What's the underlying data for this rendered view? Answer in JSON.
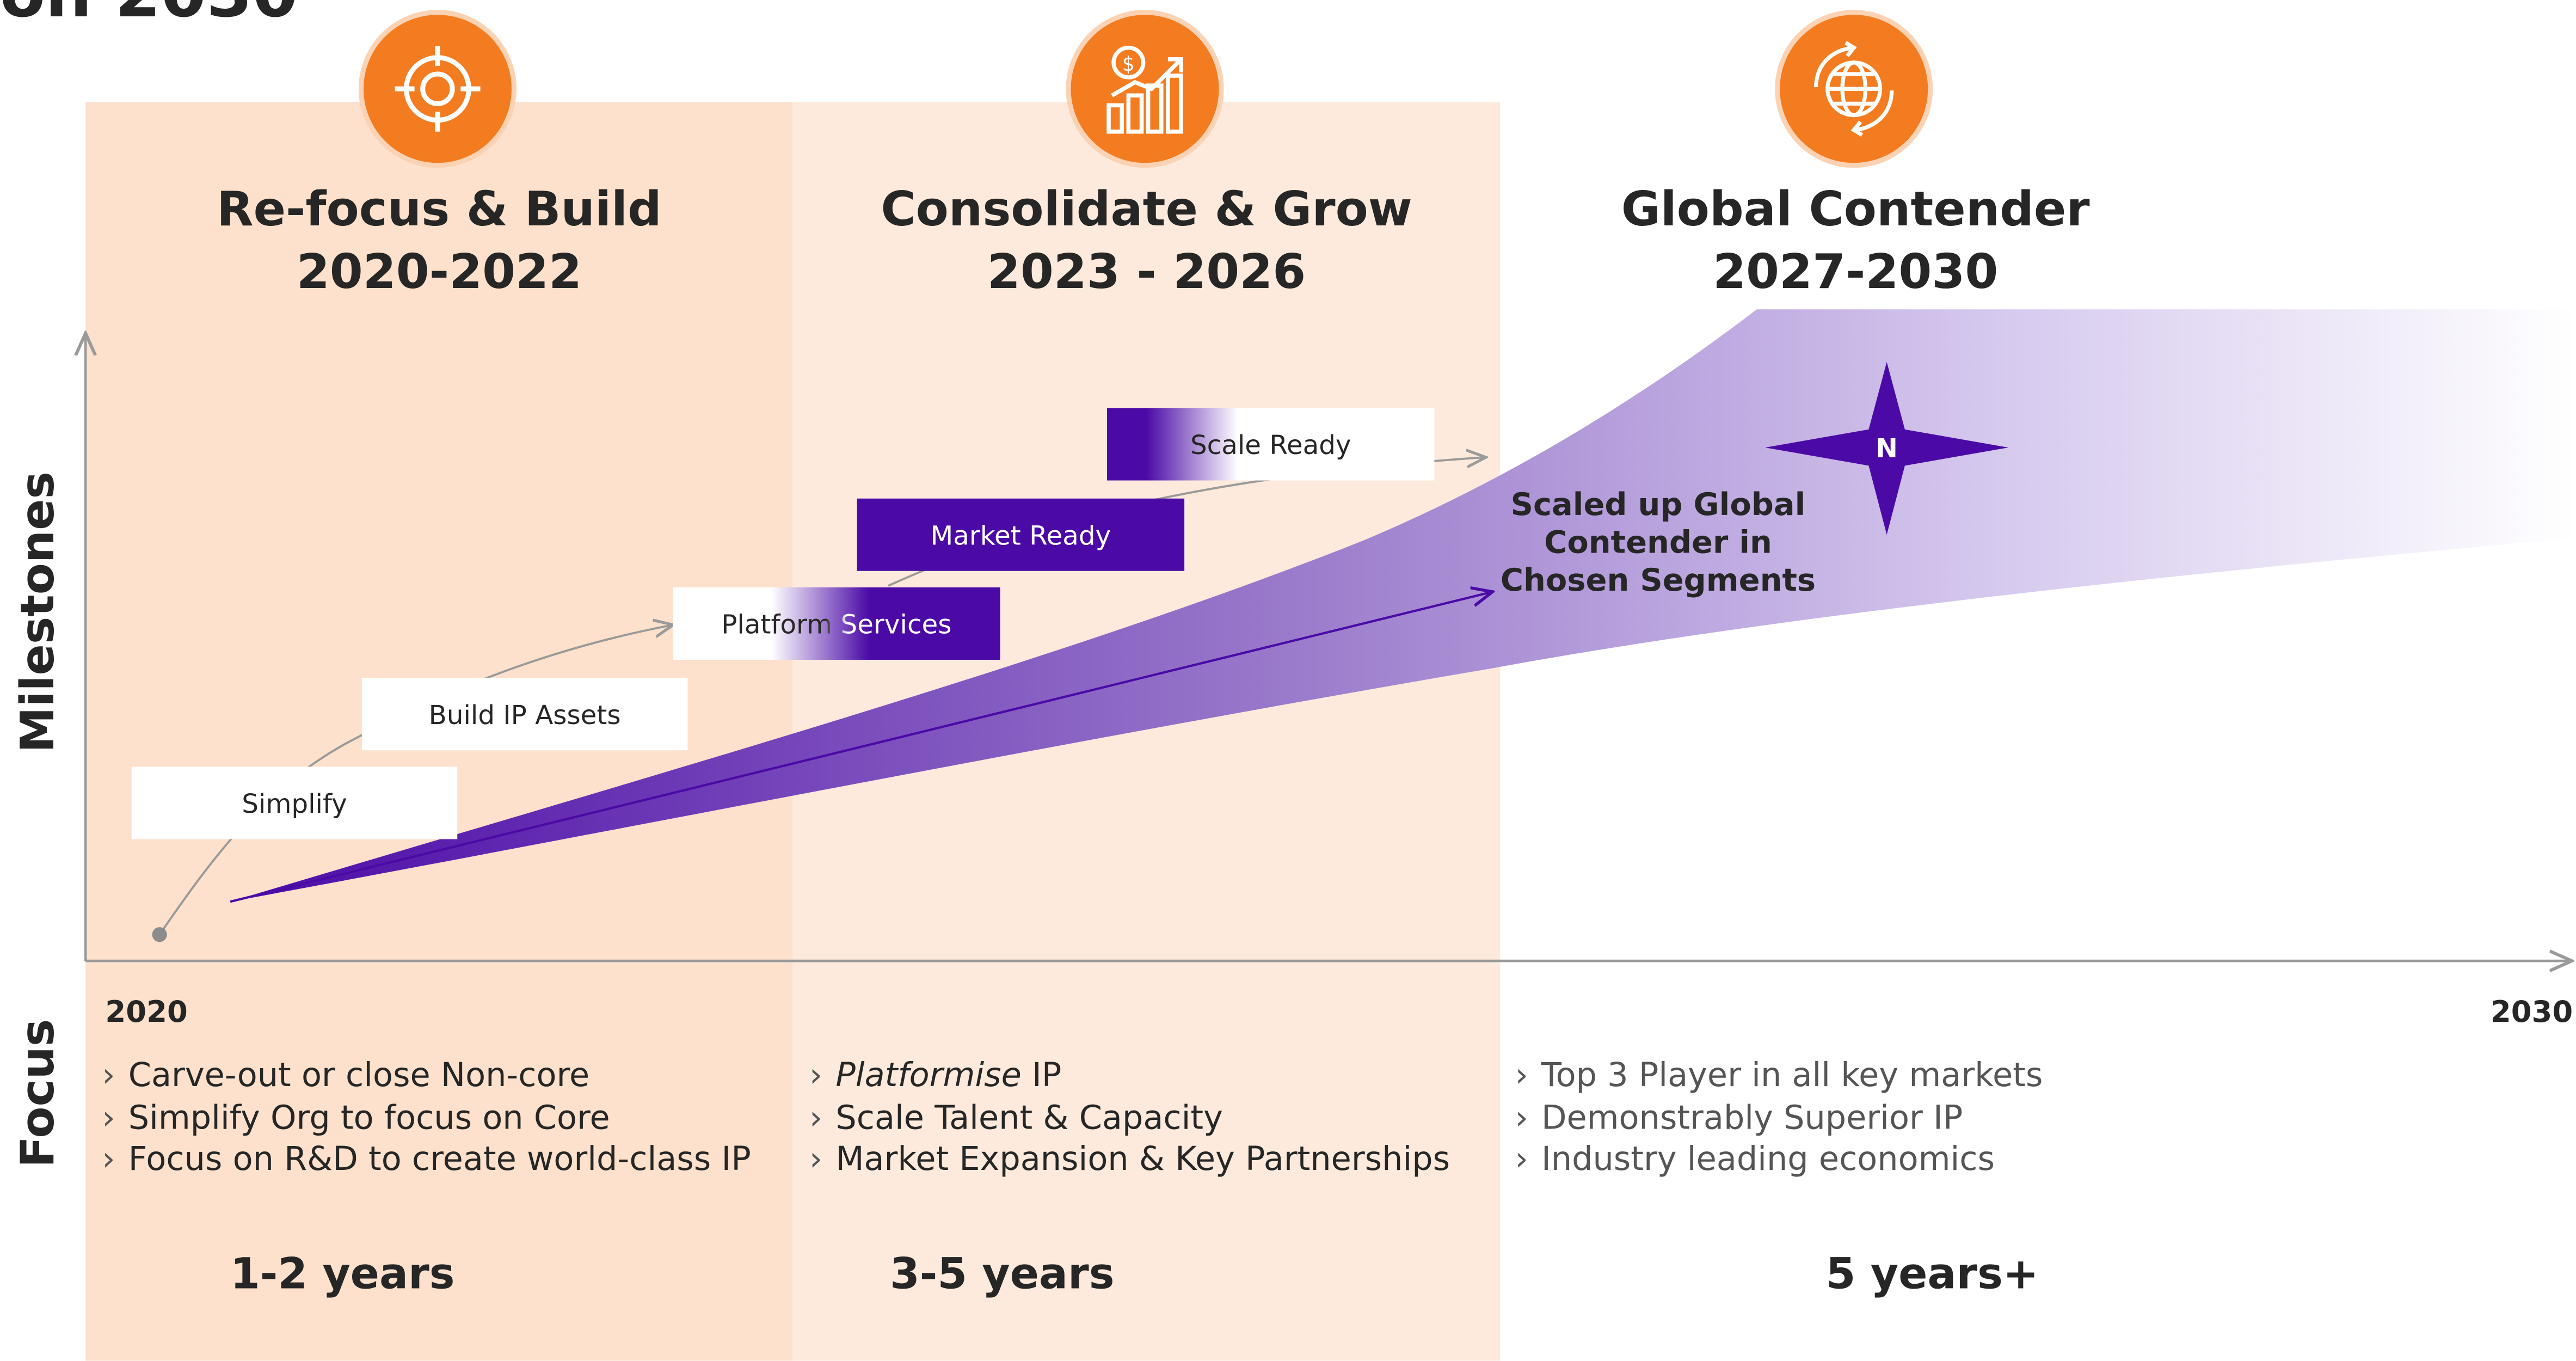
{
  "header_fragment": "on 2030",
  "phases": [
    {
      "title": "Re-focus & Build",
      "years": "2020-2022",
      "icon": "target-icon",
      "duration": "1-2 years",
      "focus": [
        {
          "text": "Carve-out or close Non-core"
        },
        {
          "text": "Simplify Org to focus on Core"
        },
        {
          "text": "Focus on R&D to create world-class IP"
        }
      ]
    },
    {
      "title": "Consolidate & Grow",
      "years": "2023 - 2026",
      "icon": "growth-chart-icon",
      "duration": "3-5 years",
      "focus": [
        {
          "italic": "Platformise",
          "text": " IP"
        },
        {
          "text": "Scale Talent & Capacity"
        },
        {
          "text": "Market Expansion & Key Partnerships"
        }
      ]
    },
    {
      "title": "Global Contender",
      "years": "2027-2030",
      "icon": "globe-icon",
      "duration": "5 years+",
      "focus": [
        {
          "text": "Top 3 Player in all key markets"
        },
        {
          "text": "Demonstrably Superior IP"
        },
        {
          "text": "Industry leading economics"
        }
      ]
    }
  ],
  "milestones": [
    "Simplify",
    "Build IP Assets",
    "Platform Services",
    "Market Ready",
    "Scale Ready"
  ],
  "axis": {
    "y_label": "Milestones",
    "focus_label": "Focus",
    "x_start": "2020",
    "x_end": "2030"
  },
  "goal": {
    "text_lines": [
      "Scaled up Global",
      "Contender in",
      "Chosen Segments"
    ],
    "compass_letter": "N"
  },
  "colors": {
    "orange": "#f47c20",
    "purple": "#4b0aa6",
    "phase1_bg": "#fde1cc",
    "phase2_bg": "#fdeadc"
  }
}
